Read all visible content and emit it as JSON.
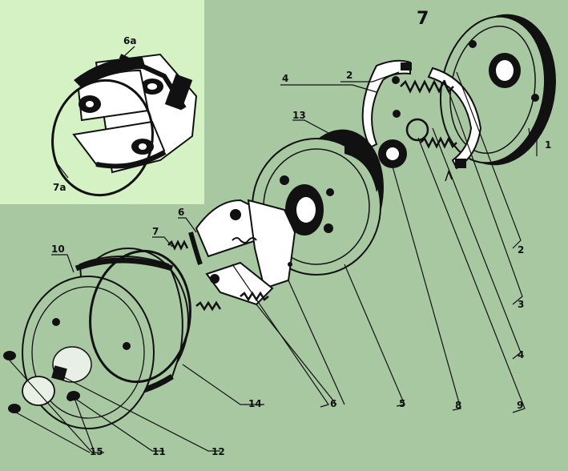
{
  "figure_number": "7",
  "inset_labels": {
    "a6": "6a",
    "a7": "7a"
  },
  "part_labels": {
    "p1": "1",
    "p2_top": "2",
    "p2_right": "2",
    "p3": "3",
    "p4_top": "4",
    "p4_right": "4",
    "p5": "5",
    "p6_top": "6",
    "p6_bottom": "6",
    "p7": "7",
    "p8": "8",
    "p9": "9",
    "p10": "10",
    "p11": "11",
    "p12": "12",
    "p13": "13",
    "p14": "14",
    "p15": "15"
  },
  "colors": {
    "background": "#a8c8a2",
    "inset": "#d4f2c4",
    "ink": "#111111"
  }
}
